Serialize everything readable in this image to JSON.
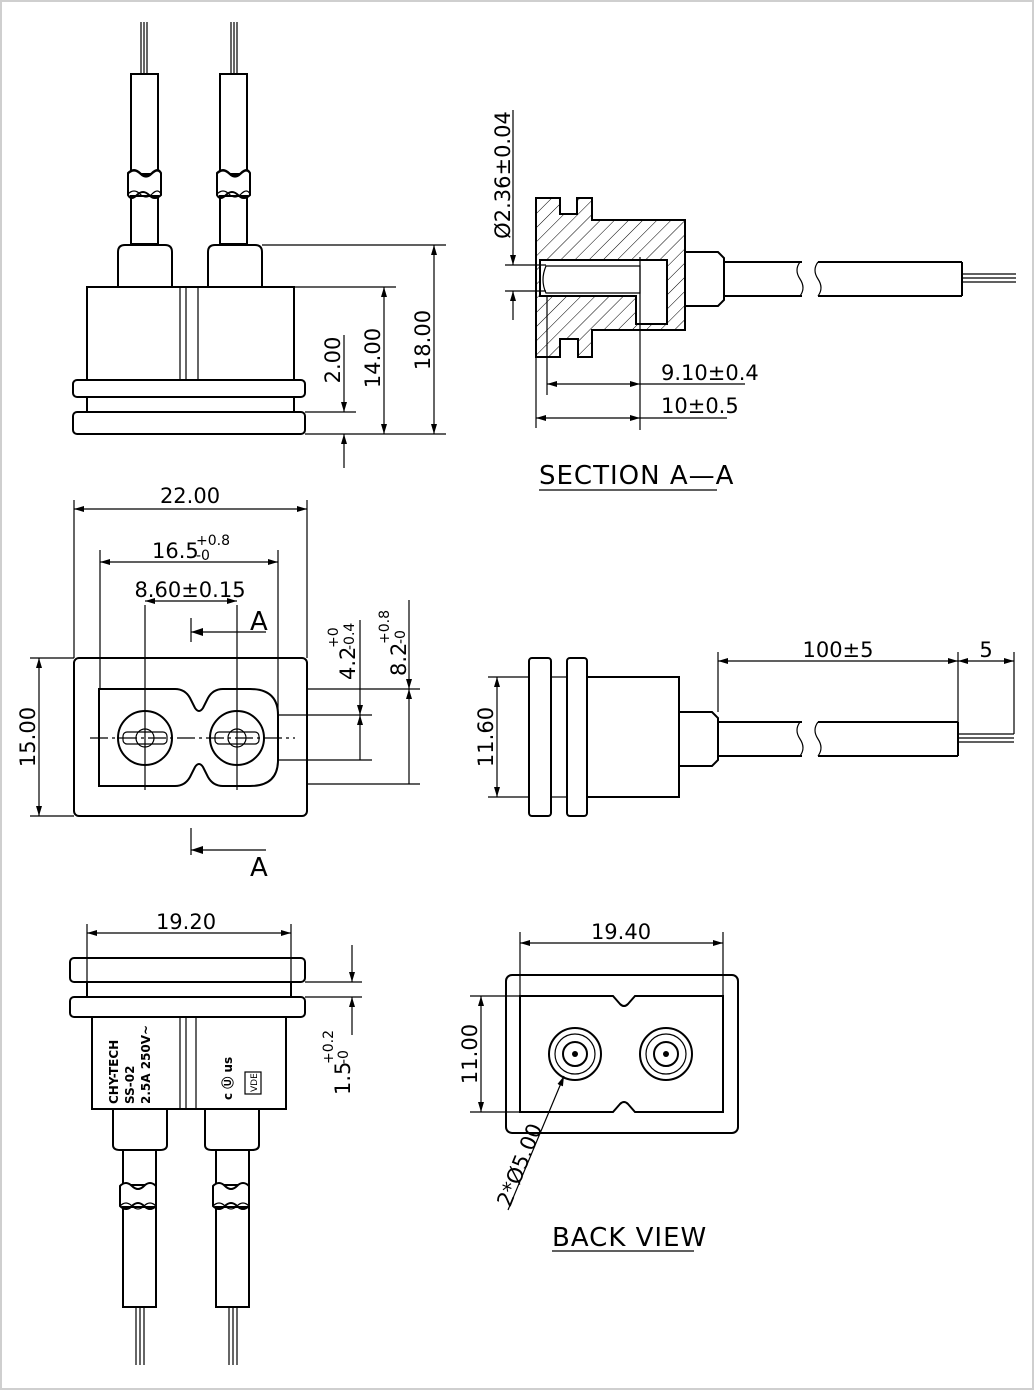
{
  "front_view": {
    "dim_height_total": "18.00",
    "dim_height_body": "14.00",
    "dim_flange": "2.00"
  },
  "section": {
    "dim_bore": "Ø2.36±0.04",
    "dim_depth_1": "9.10±0.4",
    "dim_depth_2": "10±0.5",
    "title": "SECTION A—A"
  },
  "top_view": {
    "dim_width": "22.00",
    "dim_inner": "16.5",
    "dim_inner_tol_up": "+0.8",
    "dim_inner_tol_dn": "-0",
    "dim_pin_pitch": "8.60±0.15",
    "dim_height": "15.00",
    "dim_4_2": "4.2",
    "dim_4_2_up": "+0",
    "dim_4_2_dn": "-0.4",
    "dim_8_2": "8.2",
    "dim_8_2_up": "+0.8",
    "dim_8_2_dn": "-0",
    "section_mark": "A"
  },
  "side_view": {
    "dim_height": "11.60",
    "dim_lead": "100±5",
    "dim_strip": "5"
  },
  "bottom_view": {
    "dim_width": "19.20",
    "dim_gap": "1.5",
    "dim_gap_up": "+0.2",
    "dim_gap_dn": "-0",
    "marking_brand": "CHY-TECH",
    "marking_model": "SS-02",
    "marking_rating": "2.5A 250V~",
    "cert_ul": "c Ⓤ us",
    "cert_vde": "VDE"
  },
  "back_view": {
    "dim_width": "19.40",
    "dim_height": "11.00",
    "dim_holes": "2*Ø5.00",
    "title": "BACK VIEW"
  }
}
